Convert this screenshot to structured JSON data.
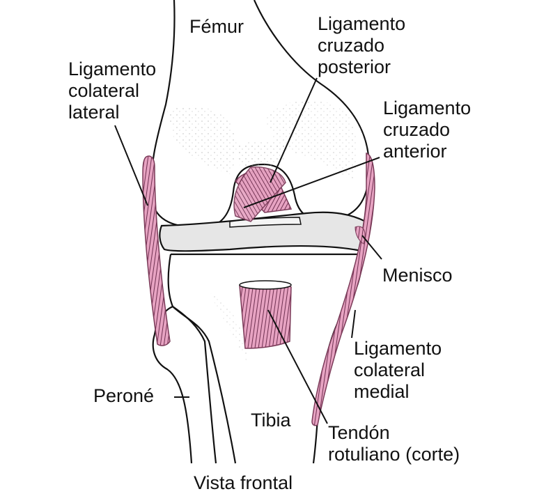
{
  "labels": {
    "femur": "Fémur",
    "pcl": [
      "Ligamento",
      "cruzado",
      "posterior"
    ],
    "lcl": [
      "Ligamento",
      "colateral",
      "lateral"
    ],
    "acl": [
      "Ligamento",
      "cruzado",
      "anterior"
    ],
    "meniscus": "Menisco",
    "mcl": [
      "Ligamento",
      "colateral",
      "medial"
    ],
    "fibula": "Peroné",
    "tibia": "Tibia",
    "patellar_tendon": [
      "Tendón",
      "rotuliano (corte)"
    ],
    "view": "Vista frontal"
  },
  "colors": {
    "ligament_fill": "#e7a3c2",
    "ligament_stroke": "#7a3a58",
    "meniscus_fill": "#e6e6e6",
    "outline": "#111111"
  }
}
